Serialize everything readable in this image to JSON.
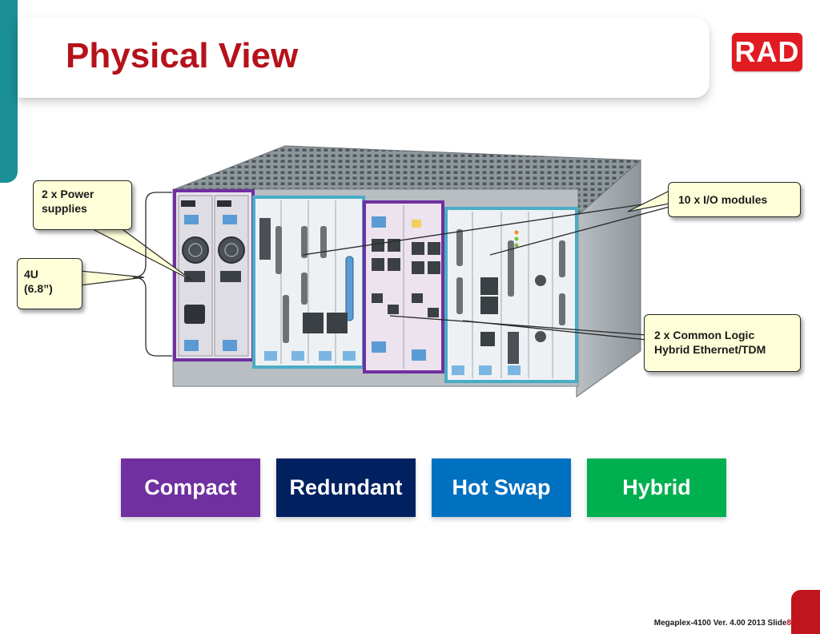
{
  "slide": {
    "title": "Physical View",
    "logo_text": "RAD",
    "accent_color": "#b5121b"
  },
  "callouts": {
    "power_line1": "2 x Power",
    "power_line2": "supplies",
    "height_line1": "4U",
    "height_line2": "(6.8”)",
    "io": "10 x I/O modules",
    "logic_line1": "2 x Common Logic",
    "logic_line2": "Hybrid Ethernet/TDM"
  },
  "features": [
    {
      "label": "Compact",
      "color": "#7030a0"
    },
    {
      "label": "Redundant",
      "color": "#002060"
    },
    {
      "label": "Hot Swap",
      "color": "#0070c0"
    },
    {
      "label": "Hybrid",
      "color": "#00b050"
    }
  ],
  "footer": {
    "text": "Megaplex-4100 Ver. 4.00  2013  Slide",
    "slide_number": "8"
  }
}
